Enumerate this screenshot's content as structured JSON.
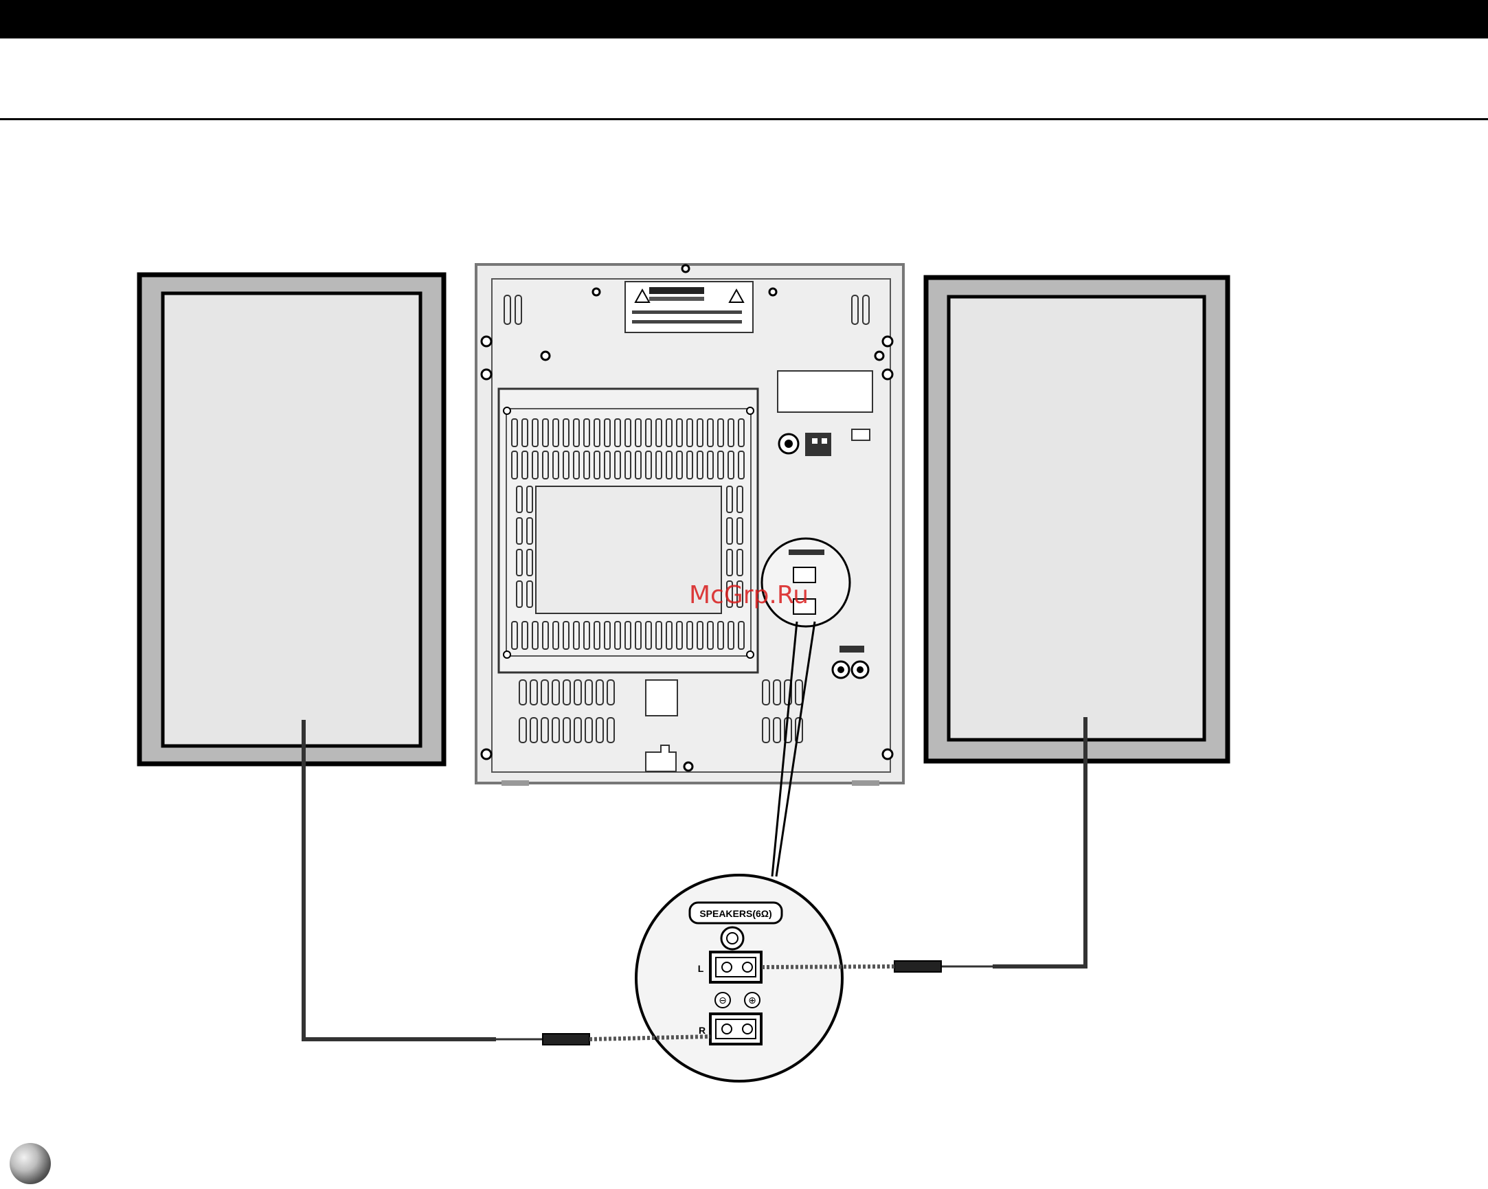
{
  "watermark": "McGrp.Ru",
  "connector_panel": {
    "title": "SPEAKERS(6Ω)",
    "left_label": "L",
    "right_label": "R",
    "minus_sign": "⊖",
    "plus_sign": "⊕"
  },
  "colors": {
    "outline": "#000000",
    "speaker_grille": "#e6e6e6",
    "speaker_frame": "#b9b9b9",
    "unit_body": "#ececec",
    "watermark": "#d81b1b"
  }
}
